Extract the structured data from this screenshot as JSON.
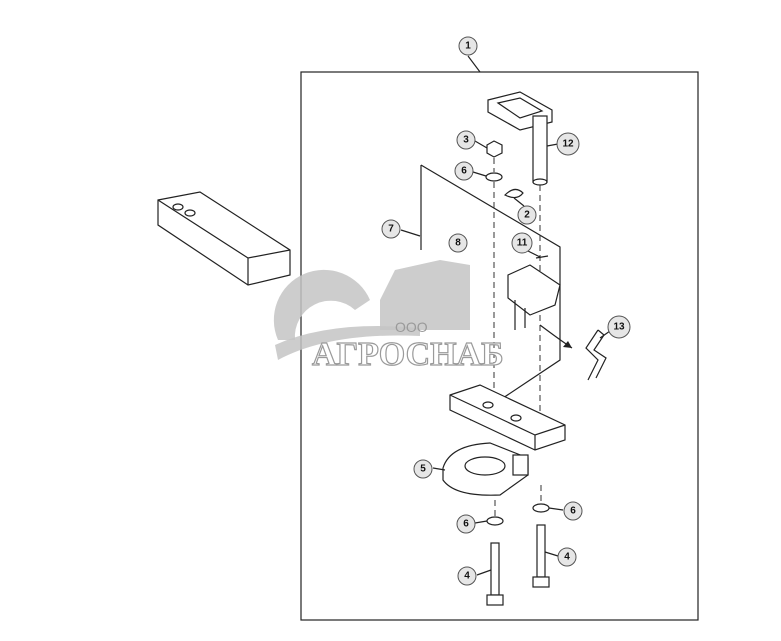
{
  "diagram": {
    "callouts": [
      {
        "id": "callout-1",
        "label": "1"
      },
      {
        "id": "callout-3",
        "label": "3"
      },
      {
        "id": "callout-12",
        "label": "12"
      },
      {
        "id": "callout-6a",
        "label": "6"
      },
      {
        "id": "callout-2",
        "label": "2"
      },
      {
        "id": "callout-7",
        "label": "7"
      },
      {
        "id": "callout-8",
        "label": "8"
      },
      {
        "id": "callout-11",
        "label": "11"
      },
      {
        "id": "callout-13",
        "label": "13"
      },
      {
        "id": "callout-5",
        "label": "5"
      },
      {
        "id": "callout-6b",
        "label": "6"
      },
      {
        "id": "callout-6c",
        "label": "6"
      },
      {
        "id": "callout-4a",
        "label": "4"
      },
      {
        "id": "callout-4b",
        "label": "4"
      }
    ]
  },
  "watermark": {
    "prefix": "ООО",
    "name": "АГРОСНАБ"
  }
}
